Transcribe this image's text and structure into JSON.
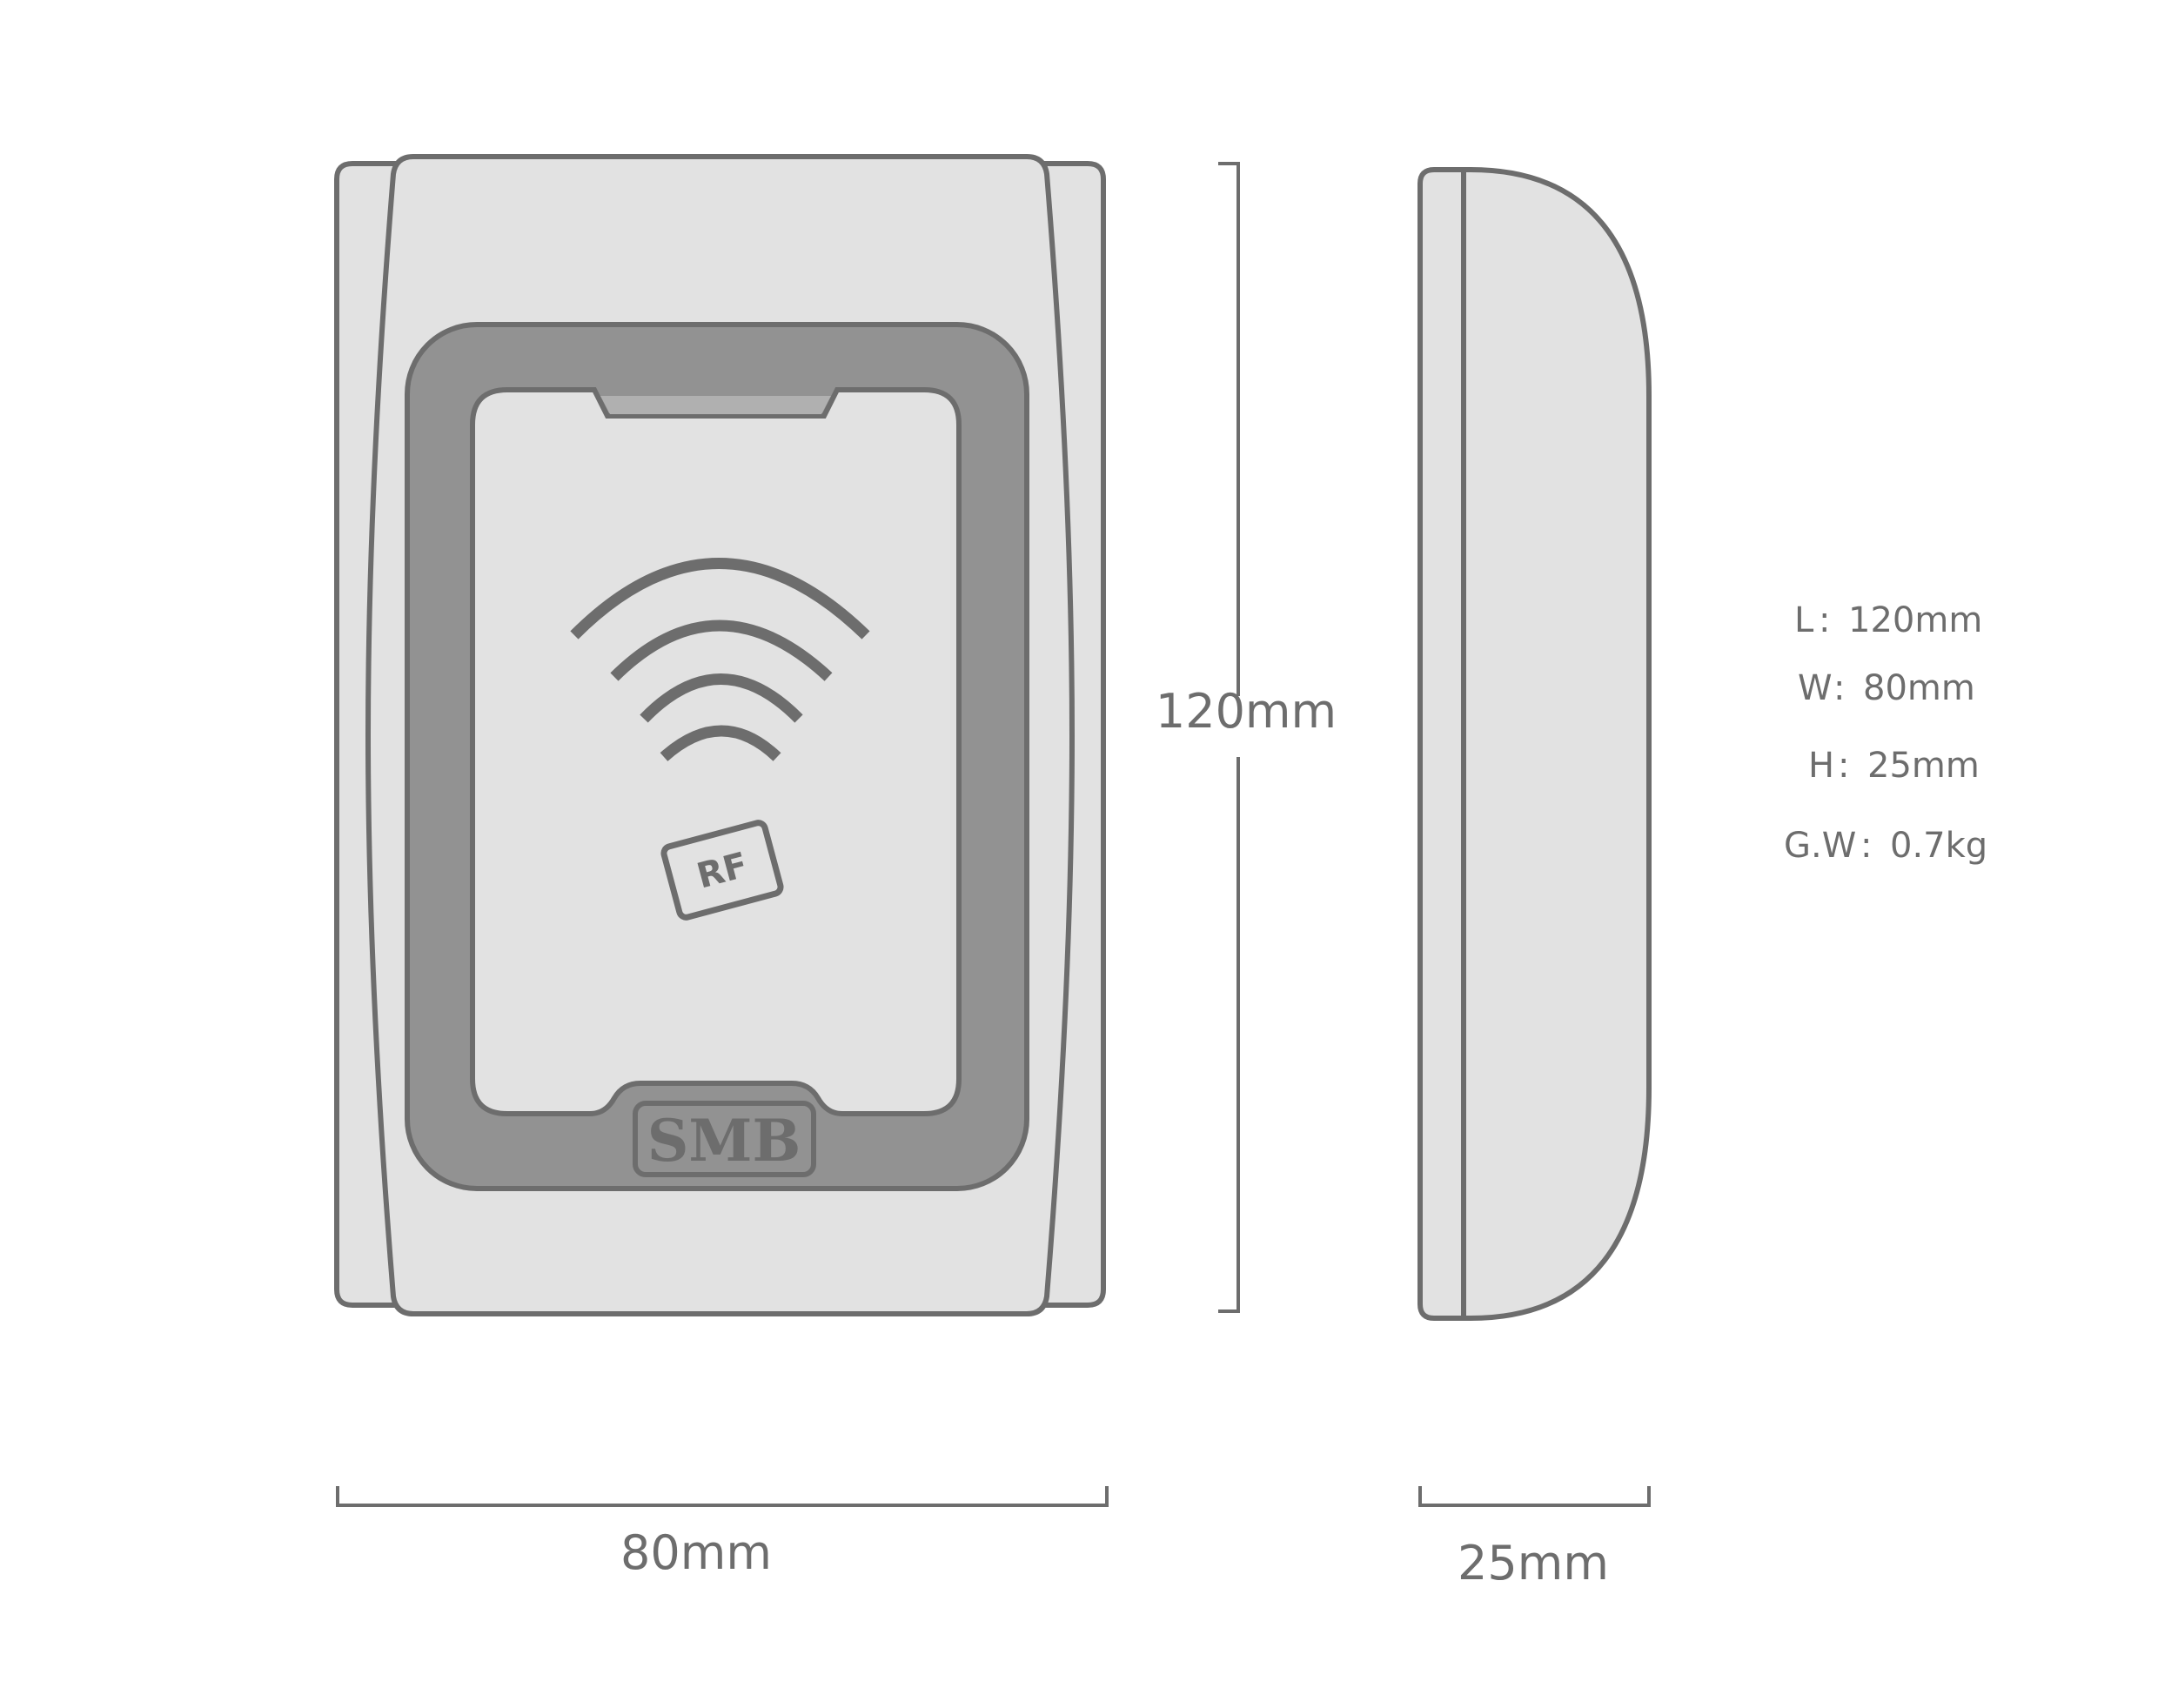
{
  "dimensions": {
    "width_label": "80mm",
    "height_label": "120mm",
    "depth_label": "25mm"
  },
  "specs": [
    {
      "key": "L",
      "value": "120mm"
    },
    {
      "key": "W",
      "value": "80mm"
    },
    {
      "key": "H",
      "value": "25mm"
    },
    {
      "key": "G.W",
      "value": "0.7kg"
    }
  ],
  "front_view": {
    "tag_label": "RF",
    "logo_text": "SMB"
  },
  "colors": {
    "outline": "#6d6d6d",
    "body_fill": "#e2e2e2",
    "bezel_fill": "#929292",
    "text": "#6d6d6d"
  }
}
